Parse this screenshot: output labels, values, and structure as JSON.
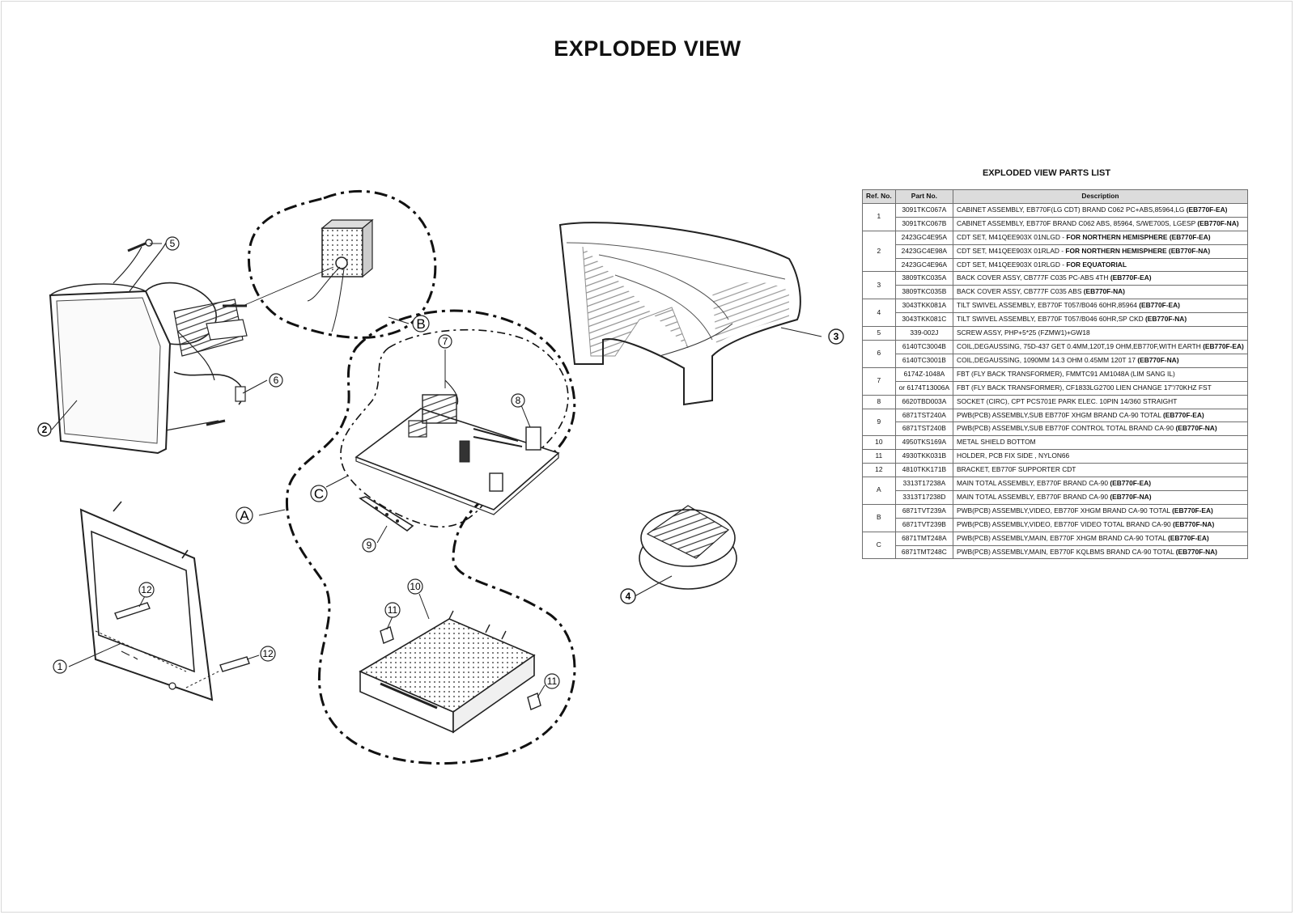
{
  "title": "EXPLODED VIEW",
  "parts_list": {
    "title": "EXPLODED VIEW PARTS LIST",
    "headers": [
      "Ref. No.",
      "Part No.",
      "Description"
    ],
    "groups": [
      {
        "ref": "1",
        "rows": [
          {
            "part": "3091TKC067A",
            "desc": "CABINET ASSEMBLY, EB770F(LG CDT) BRAND C062 PC+ABS,85964,LG ",
            "bold": "(EB770F-EA)"
          },
          {
            "part": "3091TKC067B",
            "desc": "CABINET ASSEMBLY, EB770F BRAND C062 ABS, 85964, S/WE700S, LGESP ",
            "bold": "(EB770F-NA)"
          }
        ]
      },
      {
        "ref": "2",
        "rows": [
          {
            "part": "2423GC4E95A",
            "desc": "CDT SET, M41QEE903X 01NLGD - ",
            "bold": "FOR NORTHERN HEMISPHERE (EB770F-EA)"
          },
          {
            "part": "2423GC4E98A",
            "desc": "CDT SET, M41QEE903X 01RLAD - ",
            "bold": "FOR NORTHERN HEMISPHERE (EB770F-NA)"
          },
          {
            "part": "2423GC4E96A",
            "desc": "CDT SET, M41QEE903X 01RLGD - ",
            "bold": "FOR EQUATORIAL"
          }
        ]
      },
      {
        "ref": "3",
        "rows": [
          {
            "part": "3809TKC035A",
            "desc": "BACK COVER ASSY, CB777F C035 PC-ABS 4TH ",
            "bold": "(EB770F-EA)"
          },
          {
            "part": "3809TKC035B",
            "desc": "BACK COVER ASSY,  CB777F C035 ABS ",
            "bold": "(EB770F-NA)"
          }
        ]
      },
      {
        "ref": "4",
        "rows": [
          {
            "part": "3043TKK081A",
            "desc": "TILT SWIVEL ASSEMBLY, EB770F T057/B046 60HR,85964 ",
            "bold": "(EB770F-EA)"
          },
          {
            "part": "3043TKK081C",
            "desc": "TILT SWIVEL ASSEMBLY, EB770F T057/B046 60HR,SP CKD ",
            "bold": "(EB770F-NA)"
          }
        ]
      },
      {
        "ref": "5",
        "rows": [
          {
            "part": "339-002J",
            "desc": "SCREW ASSY, PHP+5*25 (FZMW1)+GW18",
            "bold": ""
          }
        ]
      },
      {
        "ref": "6",
        "rows": [
          {
            "part": "6140TC3004B",
            "desc": "COIL,DEGAUSSING, 75D-437 GET 0.4MM,120T,19 OHM,EB770F,WITH EARTH ",
            "bold": "(EB770F-EA)"
          },
          {
            "part": "6140TC3001B",
            "desc": "COIL,DEGAUSSING, 1090MM 14.3 OHM 0.45MM 120T  17  ",
            "bold": "(EB770F-NA)"
          }
        ]
      },
      {
        "ref": "7",
        "rows": [
          {
            "part": "6174Z-1048A",
            "desc": "FBT (FLY BACK TRANSFORMER), FMMTC91 AM1048A (LIM SANG IL)",
            "bold": ""
          },
          {
            "part": "or  6174T13006A",
            "desc": "FBT (FLY BACK TRANSFORMER), CF1833LG2700 LIEN CHANGE 17\"/70KHZ FST",
            "bold": ""
          }
        ]
      },
      {
        "ref": "8",
        "rows": [
          {
            "part": "6620TBD003A",
            "desc": "SOCKET (CIRC), CPT PCS701E PARK ELEC. 10PIN 14/360 STRAIGHT",
            "bold": ""
          }
        ]
      },
      {
        "ref": "9",
        "rows": [
          {
            "part": "6871TST240A",
            "desc": "PWB(PCB) ASSEMBLY,SUB EB770F XHGM BRAND CA-90 TOTAL ",
            "bold": "(EB770F-EA)"
          },
          {
            "part": "6871TST240B",
            "desc": "PWB(PCB) ASSEMBLY,SUB EB770F CONTROL TOTAL BRAND CA-90 ",
            "bold": "(EB770F-NA)"
          }
        ]
      },
      {
        "ref": "10",
        "rows": [
          {
            "part": "4950TKS169A",
            "desc": "METAL  SHIELD BOTTOM",
            "bold": ""
          }
        ]
      },
      {
        "ref": "11",
        "rows": [
          {
            "part": "4930TKK031B",
            "desc": "HOLDER, PCB FIX SIDE , NYLON66",
            "bold": ""
          }
        ]
      },
      {
        "ref": "12",
        "rows": [
          {
            "part": "4810TKK171B",
            "desc": "BRACKET, EB770F SUPPORTER CDT",
            "bold": ""
          }
        ]
      },
      {
        "ref": "A",
        "rows": [
          {
            "part": "3313T17238A",
            "desc": "MAIN TOTAL ASSEMBLY, EB770F BRAND CA-90 ",
            "bold": "(EB770F-EA)"
          },
          {
            "part": "3313T17238D",
            "desc": "MAIN TOTAL ASSEMBLY, EB770F BRAND CA-90 ",
            "bold": "(EB770F-NA)"
          }
        ]
      },
      {
        "ref": "B",
        "rows": [
          {
            "part": "6871TVT239A",
            "desc": "PWB(PCB) ASSEMBLY,VIDEO, EB770F XHGM BRAND CA-90 TOTAL ",
            "bold": "(EB770F-EA)"
          },
          {
            "part": "6871TVT239B",
            "desc": "PWB(PCB) ASSEMBLY,VIDEO, EB770F VIDEO TOTAL  BRAND CA-90 ",
            "bold": "(EB770F-NA)"
          }
        ]
      },
      {
        "ref": "C",
        "rows": [
          {
            "part": "6871TMT248A",
            "desc": "PWB(PCB) ASSEMBLY,MAIN, EB770F XHGM BRAND CA-90 TOTAL ",
            "bold": "(EB770F-EA)"
          },
          {
            "part": "6871TMT248C",
            "desc": "PWB(PCB) ASSEMBLY,MAIN, EB770F KQLBMS BRAND CA-90 TOTAL ",
            "bold": "(EB770F-NA)"
          }
        ]
      }
    ]
  },
  "callouts": {
    "c1": "1",
    "c2": "2",
    "c3": "3",
    "c4": "4",
    "c5": "5",
    "c6": "6",
    "c7": "7",
    "c8": "8",
    "c9": "9",
    "c10": "10",
    "c11a": "11",
    "c11b": "11",
    "c12a": "12",
    "c12b": "12",
    "cA": "A",
    "cB": "B",
    "cC": "C"
  }
}
